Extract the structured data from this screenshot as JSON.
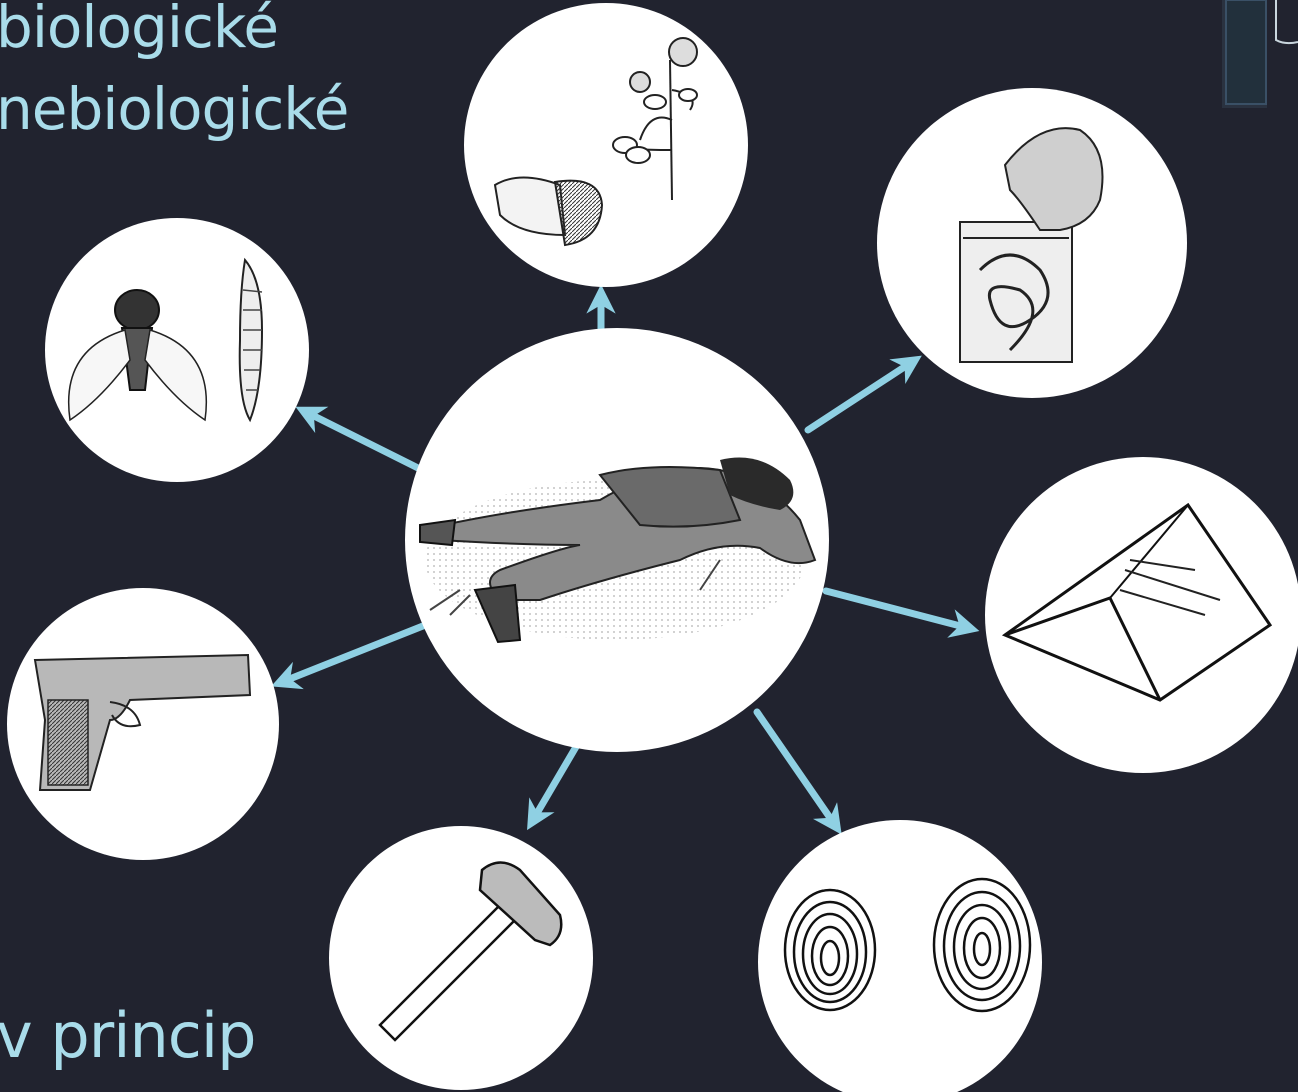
{
  "texts": {
    "line1": "biologické",
    "line2": "nebiologické",
    "bottom": "v princip"
  },
  "colors": {
    "background": "#21232f",
    "accent": "#a9dcea",
    "arrow": "#8fd0e3",
    "circle": "#ffffff",
    "ink": "#1e1e1e"
  },
  "illustrations": {
    "center": "crime-scene-body-icon",
    "items": [
      "acorn-clover-icon",
      "evidence-bag-icon",
      "envelope-letter-icon",
      "fingerprints-icon",
      "hammer-icon",
      "pistol-icon",
      "fly-larva-icon"
    ]
  }
}
